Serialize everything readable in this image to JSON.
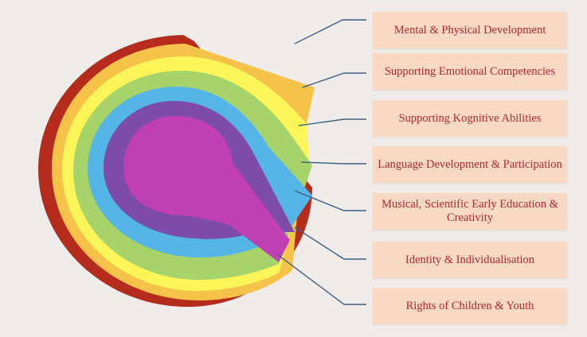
{
  "diagram": {
    "labels": [
      {
        "text": "Mental & Physical Development"
      },
      {
        "text": "Supporting Emotional Competencies"
      },
      {
        "text": "Supporting Kognitive Abilities"
      },
      {
        "text": "Language Development & Participation"
      },
      {
        "text": "Musical, Scientific Early Education & Creativity"
      },
      {
        "text": "Identity & Individualisation"
      },
      {
        "text": "Rights of  Children & Youth"
      }
    ],
    "colors": {
      "background": "#efece9",
      "ring_red": "#b52b1c",
      "ring_orange": "#f5c24a",
      "ring_yellow": "#fbf55a",
      "ring_green": "#a7d36b",
      "ring_blue": "#55b5e6",
      "ring_purple": "#7d4ca8",
      "center_magenta": "#c040b4",
      "label_fill": "#fad9c4",
      "label_text": "#b3262d",
      "connector": "#3f5f83"
    }
  }
}
